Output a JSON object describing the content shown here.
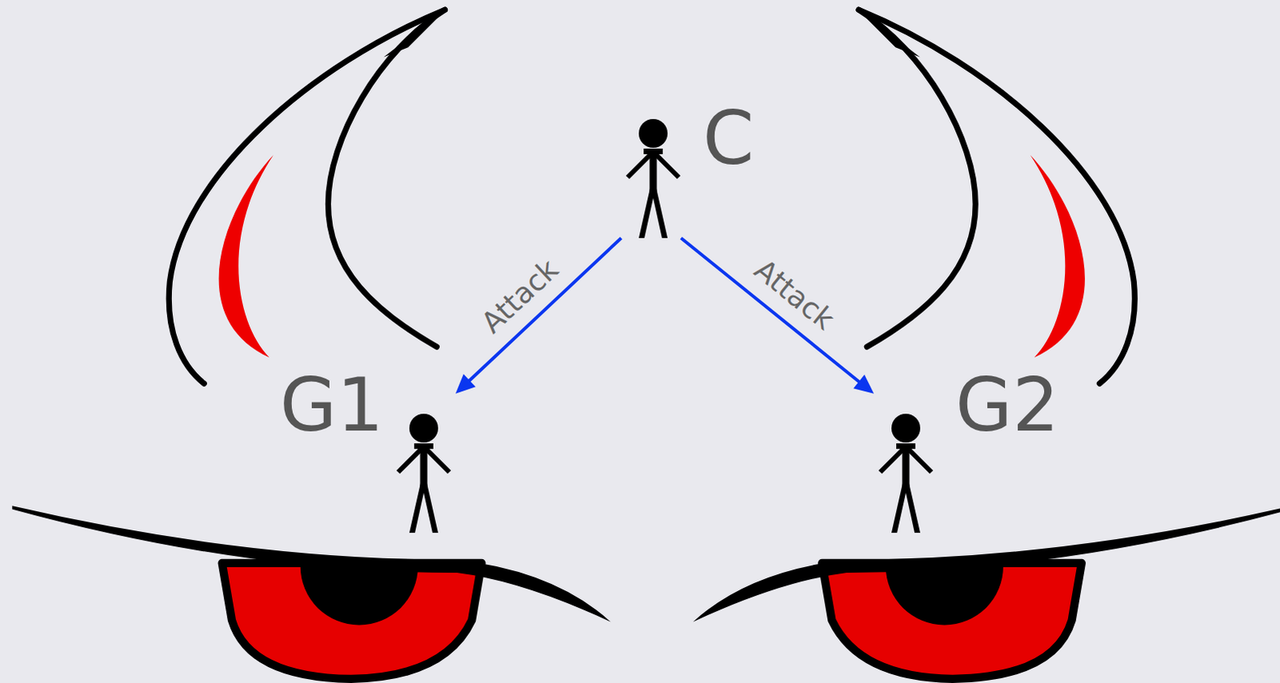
{
  "diagram": {
    "nodes": [
      {
        "text": [
          "C"
        ]
      },
      {
        "text": [
          "G1"
        ]
      },
      {
        "text": [
          "G2"
        ]
      }
    ],
    "edges": [
      {
        "from": 0,
        "to": 1,
        "arrow": "to",
        "label": "Attack"
      },
      {
        "from": 0,
        "to": 2,
        "arrow": "to",
        "label": "Attack"
      }
    ]
  }
}
